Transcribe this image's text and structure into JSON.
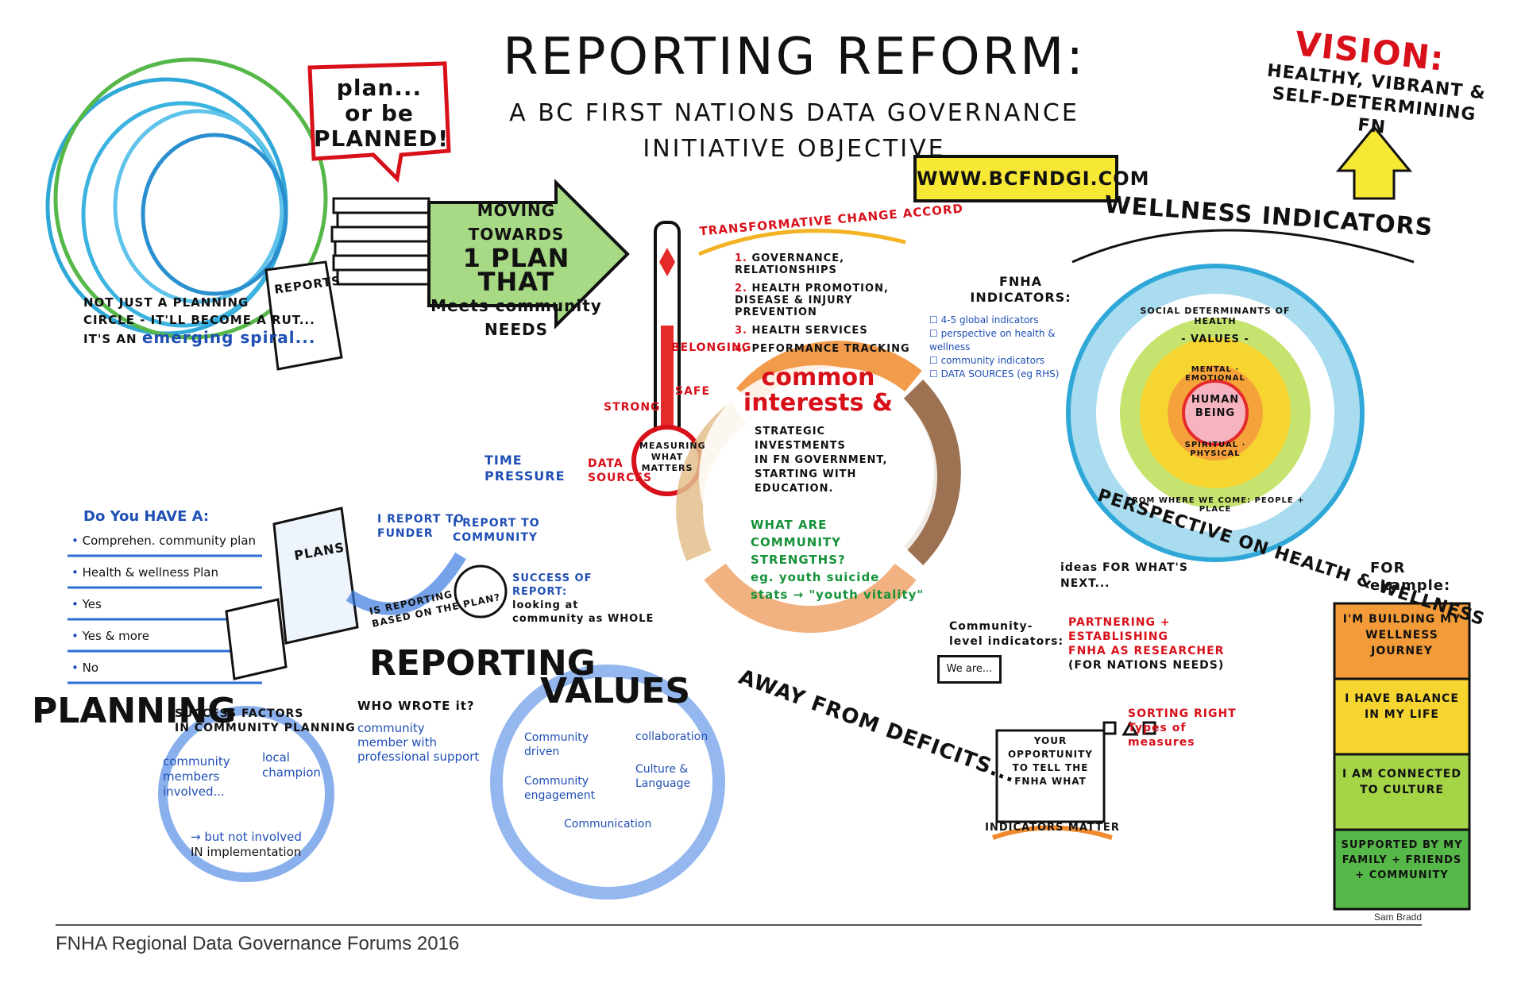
{
  "header": {
    "title": "REPORTING REFORM:",
    "subtitle_line1": "A BC FIRST NATIONS DATA GOVERNANCE",
    "subtitle_line2": "INITIATIVE OBJECTIVE",
    "website": "WWW.BCFNDGI.COM"
  },
  "plan_bubble": {
    "line1": "plan...",
    "line2": "or be",
    "line3": "PLANNED!"
  },
  "spiral": {
    "reports_label": "REPorts",
    "note_line1": "NOT JUST A PLANNING",
    "note_line2": "CIRCLE - it'll BECOME A Rut...",
    "note_line3": "it's AN",
    "note_emphasis": "emerging spiral..."
  },
  "arrow_banner": {
    "line1": "MOVING TOWARDS",
    "line2": "1 PLAN THAT",
    "line3": "Meets community",
    "line4": "NEEDS"
  },
  "thermometer": {
    "belonging": "BELONGING",
    "safe": "SAFE",
    "strong": "STRONG",
    "data_sources": "DATA SOURCES",
    "bulb": "MEASURING WHAT MATTERS"
  },
  "accord": {
    "title": "TRANSFORMATIVE CHANGE ACCORD",
    "items": [
      {
        "num": "1.",
        "text": "GOVERNANCE, RELATIONSHIPS"
      },
      {
        "num": "2.",
        "text": "HEALTH PROMOTION, DISEASE & INJURY PREVENTION"
      },
      {
        "num": "3.",
        "text": "HEALTH SERVICES"
      },
      {
        "num": "4.",
        "text": "PEFORMANCE TRACKING"
      }
    ]
  },
  "common": {
    "line1": "common",
    "line2": "interests &",
    "body1": "STRATEGIC INVESTMENTS",
    "body2": "IN FN GOVERNMENT,",
    "body3": "STARTING with EDUCATION.",
    "q1": "WHAT ARE",
    "q2": "COMMUNITY STRENGTHS?",
    "q3": "eg. youth suicide",
    "q4": "stats → \"youth vitality\"",
    "away": "AWAY FROM DEFICITS..."
  },
  "vision": {
    "label": "VISION:",
    "line1": "HEALTHY, VIBRANT &",
    "line2": "SELF-DETERMINING FN"
  },
  "wellness": {
    "title": "WELLNESS INDICATORS",
    "fnha_title1": "FNHA",
    "fnha_title2": "INDICATORS:",
    "fnha_items": [
      "4-5 global indicators",
      "perspective on health & wellness",
      "community indicators",
      "DATA SOURCES (eg RHS)"
    ],
    "ring_social": "SOCIAL DETERMINANTS of HEALTH",
    "ring_values": "- VALUES -",
    "ring_mental": "MENTAL · EMOTIONAL",
    "ring_center1": "HUMAN",
    "ring_center2": "BEING",
    "ring_spiritual": "SPIRITUAL · PHYSICAL",
    "ring_where": "FROM WHERE WE COME: PEOPLE + PLACE",
    "perspective": "PERSPECTIVE ON HEALTH & WELLNESS"
  },
  "ideas": {
    "line1": "ideas FOR WHAT'S",
    "line2": "NEXT...",
    "partner1": "PARTNERING +",
    "partner2": "ESTABLISHING",
    "partner3": "FNHA AS RESEARCHER",
    "partner4": "(FOR NATIONS NEEDS)",
    "community1": "Community-",
    "community2": "level indicators:",
    "weare": "We are...",
    "sorting1": "SORTING RIGHT",
    "sorting2": "Types of",
    "sorting3": "measures",
    "opp1": "YOUR",
    "opp2": "OPPORTUNITY",
    "opp3": "TO TELL THE",
    "opp4": "FNHA WHAT",
    "opp5": "INDICATORS MATTER"
  },
  "examples": {
    "label1": "FOR",
    "label2": "example:",
    "items": [
      "I'M BUILDING MY WELLNESS JOURNEY",
      "I HAVE BALANCE IN MY LIFE",
      "I AM CONNECTED TO CULTURE",
      "SUPPORTED BY MY FAMILY + FRIENDS + COMMUNITY"
    ],
    "colors": [
      "#f08a2c",
      "#f6d531",
      "#a6d447",
      "#56b849"
    ]
  },
  "questions": {
    "title": "Do You HAVE A:",
    "items": [
      "Comprehen. community plan",
      "Health & wellness Plan",
      "Yes",
      "Yes & more",
      "No"
    ]
  },
  "reporting": {
    "plans_label": "PLANS",
    "time": "TIME",
    "pressure": "PRESSURE",
    "funder1": "I REPORT TO",
    "funder2": "FUNDER",
    "community1": "I REPORT to",
    "community2": "COMMUNITY",
    "based1": "IS REPORTING",
    "based2": "BASED ON THE PLAN?",
    "success1": "SUCCESS OF",
    "success2": "REPORT:",
    "success3": "looking at",
    "success4": "community as WHOLE",
    "title": "REPORTING",
    "who": "WHO WROTE it?",
    "who_ans1": "community",
    "who_ans2": "member with",
    "who_ans3": "professional support"
  },
  "planning": {
    "title": "PLANNING",
    "factors1": "SUCCESS FACTORS",
    "factors2": "IN COMMUNITY PLANNING",
    "c1": "community",
    "c2": "members",
    "c3": "involved...",
    "local1": "local",
    "local2": "champion",
    "but1": "→ but not involved",
    "but2": "IN implementation"
  },
  "values": {
    "title": "VALUES",
    "items": [
      "Community driven",
      "collaboration",
      "Community engagement",
      "Culture & Language",
      "Communication"
    ]
  },
  "footer": {
    "text": "FNHA Regional Data Governance Forums 2016",
    "artist": "Sam Bradd"
  }
}
